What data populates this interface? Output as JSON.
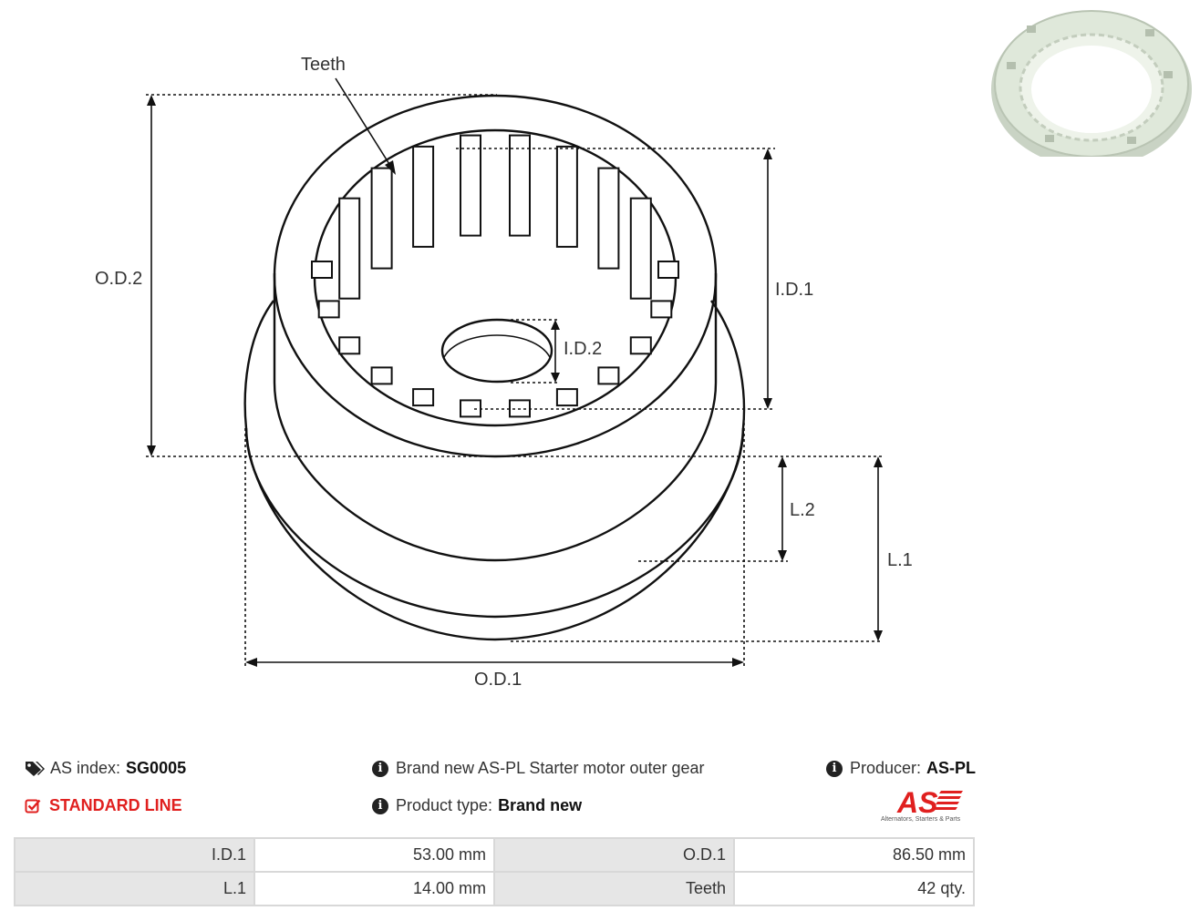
{
  "drawing": {
    "labels": {
      "teeth": "Teeth",
      "od2": "O.D.2",
      "id1": "I.D.1",
      "id2": "I.D.2",
      "l2": "L.2",
      "l1": "L.1",
      "od1": "O.D.1"
    }
  },
  "info": {
    "as_index_label": "AS index:",
    "as_index_value": "SG0005",
    "standard_line": "STANDARD LINE",
    "description": "Brand new AS-PL Starter motor outer gear",
    "product_type_label": "Product type:",
    "product_type_value": "Brand new",
    "producer_label": "Producer:",
    "producer_value": "AS-PL"
  },
  "logo": {
    "text": "AS",
    "tagline": "Alternators, Starters & Parts"
  },
  "specs": {
    "rows": [
      {
        "k1": "I.D.1",
        "v1": "53.00 mm",
        "k2": "O.D.1",
        "v2": "86.50 mm"
      },
      {
        "k1": "L.1",
        "v1": "14.00 mm",
        "k2": "Teeth",
        "v2": "42 qty."
      }
    ]
  },
  "colors": {
    "accent_red": "#e0201f",
    "table_label_bg": "#e6e6e6",
    "table_border": "#d8d8d8",
    "part_color": "#dfe8da"
  }
}
